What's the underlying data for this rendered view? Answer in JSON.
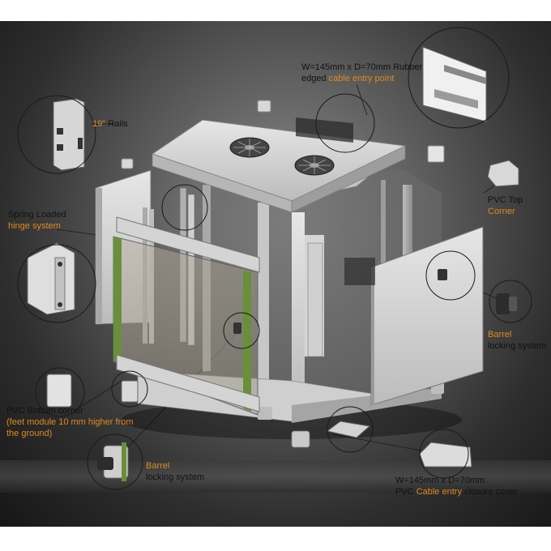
{
  "colors": {
    "accent": "#e08a1e",
    "text": "#111111"
  },
  "labels": {
    "rubber_entry_line1": "W=145mm x D=70mm Rubber",
    "rubber_entry_line2a": "edged",
    "rubber_entry_line2b": "cable entry point",
    "rails_a": "19\"",
    "rails_b": "Rails",
    "hinge_line1": "Spring Loaded",
    "hinge_line2": "hinge system",
    "pvc_top_line1": "PVC Top",
    "pvc_top_line2": "Corner",
    "barrel_right_line1": "Barrel",
    "barrel_right_line2": "locking system",
    "pvc_bottom_line1": "PVC Bottom corner",
    "pvc_bottom_line2": "(feet module 10 mm higher from",
    "pvc_bottom_line3": "the ground)",
    "barrel_left_line1": "Barrel",
    "barrel_left_line2": "locking system",
    "closure_line1": "W=145mm x D=70mm",
    "closure_line2a": "PVC",
    "closure_line2b": "Cable entry",
    "closure_line2c": "closure cover"
  },
  "icons": [
    "fan-icon",
    "lock-icon",
    "hinge-icon",
    "rail-icon"
  ]
}
